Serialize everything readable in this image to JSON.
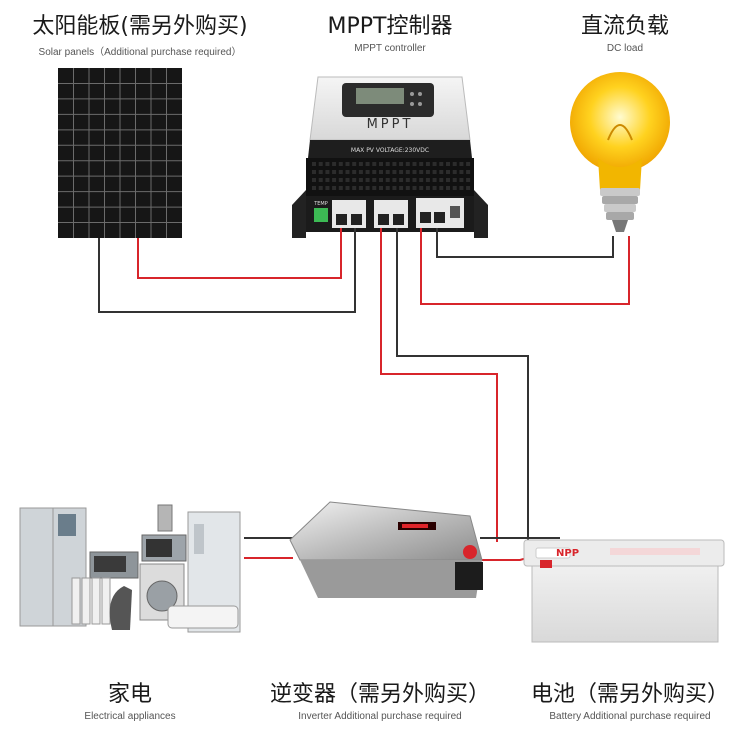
{
  "labels": {
    "solar": {
      "cn": "太阳能板(需另外购买)",
      "en": "Solar panels（Additional purchase required）"
    },
    "controller": {
      "cn": "MPPT控制器",
      "en": "MPPT controller"
    },
    "load": {
      "cn": "直流负载",
      "en": "DC load"
    },
    "appliances": {
      "cn": "家电",
      "en": "Electrical appliances"
    },
    "inverter": {
      "cn": "逆变器（需另外购买）",
      "en": "Inverter  Additional purchase required"
    },
    "battery": {
      "cn": "电池（需另外购买）",
      "en": "Battery  Additional purchase required"
    }
  },
  "device_text": {
    "controller_brand": "MPPT",
    "controller_voltage": "MAX PV VOLTAGE:230VDC",
    "temp": "TEMP",
    "battery_brand": "NPP"
  },
  "colors": {
    "positive_wire": "#d8252b",
    "negative_wire": "#333333"
  }
}
